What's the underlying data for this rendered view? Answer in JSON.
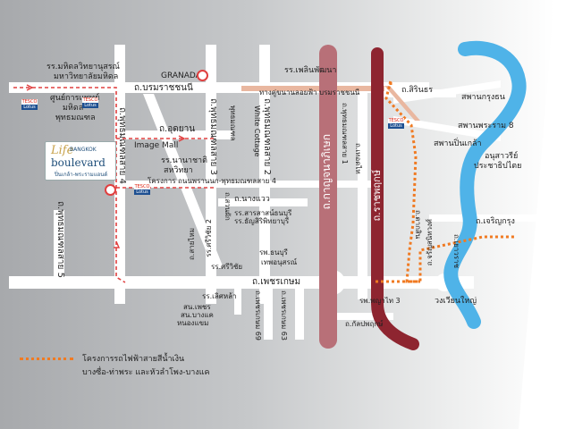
{
  "map": {
    "colors": {
      "road": "#ffffff",
      "bts_line": "#b87078",
      "mrt_line": "#8e2530",
      "river": "#4fb3e8",
      "future_line": "#f07a22",
      "expressway": "#e9b7a0",
      "route_marker": "#e04040"
    },
    "labels": {
      "mahidol_science": "รร.มหิดลวิทยานุสรณ์",
      "mahidol_univ": "มหาวิทยาลัยมหิดล",
      "granada": "GRANADA",
      "phet_phanna": "รร.เพลินพัฒนา",
      "borommaratchachonnani_top": "ถ.บรมราชชนนี",
      "borommaratchachonnani_elevated": "ทางคู่ขนานลอยฟ้า บรมราชชนนี",
      "sirindhorn": "ถ.สิรินธร",
      "wat_phra_sri": "สพานกรุงธน",
      "siriraj_med": "ศูนย์การแพทย์",
      "siriraj_med2": "มหิดล",
      "siriraj_med3": "พุทธมณฑล",
      "udomyan": "ถ.อุดยาน",
      "phutthamonthon_4": "ถ.พุทธมณฑลสาย 4",
      "phutthamonthon_3": "ถ.พุทธมณฑลสาย 3",
      "phutthamonthon_2": "ถ.พุทธมณฑลสาย 2",
      "phutthamonthon_5": "ถ.พุทธมณฑลสาย 5",
      "image_mall": "Image Mall",
      "hospital": "รร.นานาชาติ",
      "hospital2": "สหวิทยา",
      "white_cottage": "White Cottage",
      "buddhist": "พุทธมณฑล",
      "project_line": "โครงการ ถนนพรานนก-พุทธมณฑลสาย 4",
      "kanchana_road": "ถ.กาญจนาภิเษก",
      "sky_train_name": "ถ.ราชพฤกษ์",
      "bus_station": "ถ.นางแวว",
      "sarasas": "รร.สารสาสน์ธนบุรี",
      "thanyaburi": "รร.ธัญสิริพิทยาบุรี",
      "kanchanaphisek_vertical": "ถ.พุทธมณฑลสาย 1",
      "bangwaek": "ถ.เทอดไท",
      "wat_kaew": "ถ.ตากสิน",
      "charan_bridge": "สพานพระราม 8",
      "charan_bridge2": "สพานปิ่นเกล้า",
      "palace_mon": "อนุสาวรีย์",
      "palace_mon2": "ประชาธิปไตย",
      "charoen_krung": "ถ.เจริญกรุง",
      "yaowarat": "ถ.จรัญสนิทวงศ์",
      "rama3": "ถ.เยาวราช",
      "wongwian_yai": "วงเวียนใหญ่",
      "tha_phra": "รพ.พญาไท 3",
      "big_c": "ถ.กัลปพฤกษ์",
      "phet_kasem": "ถ.เพชรเกษม",
      "phet_kasem_69": "ถ.เพชรเกษม 69",
      "phet_kasem_63": "ถ.เพชรเกษม 63",
      "siam_school": "รร.เลิศหล้า",
      "thong_rd": "สน.เพชร",
      "thong_rd2": "สน.บางแค",
      "thong_rd3": "หนองแขม",
      "mae_sae": "รร.ศรีวิชัย 2",
      "lotus": "รร.ศรีวิชัย",
      "makro": "ถ.สวนผัก",
      "siam_hospital": "รพ.ธนบุรี",
      "siam_hospital2": "เทพอนุสรณ์",
      "bang_khae": "ถ.สายไหม",
      "tesco_label": "TESCO",
      "lotus_label": "Lotus"
    },
    "brand": {
      "line1": "Life",
      "line2": "BANGKOK",
      "line3": "boulevard",
      "line4": "ปิ่นเกล้า-พระรามแอนด์"
    },
    "legend": {
      "line1": "โครงการรถไฟฟ้าสายสีน้ำเงิน",
      "line2": "บางซื่อ-ท่าพระ  และหัวลำโพง-บางแค"
    }
  }
}
